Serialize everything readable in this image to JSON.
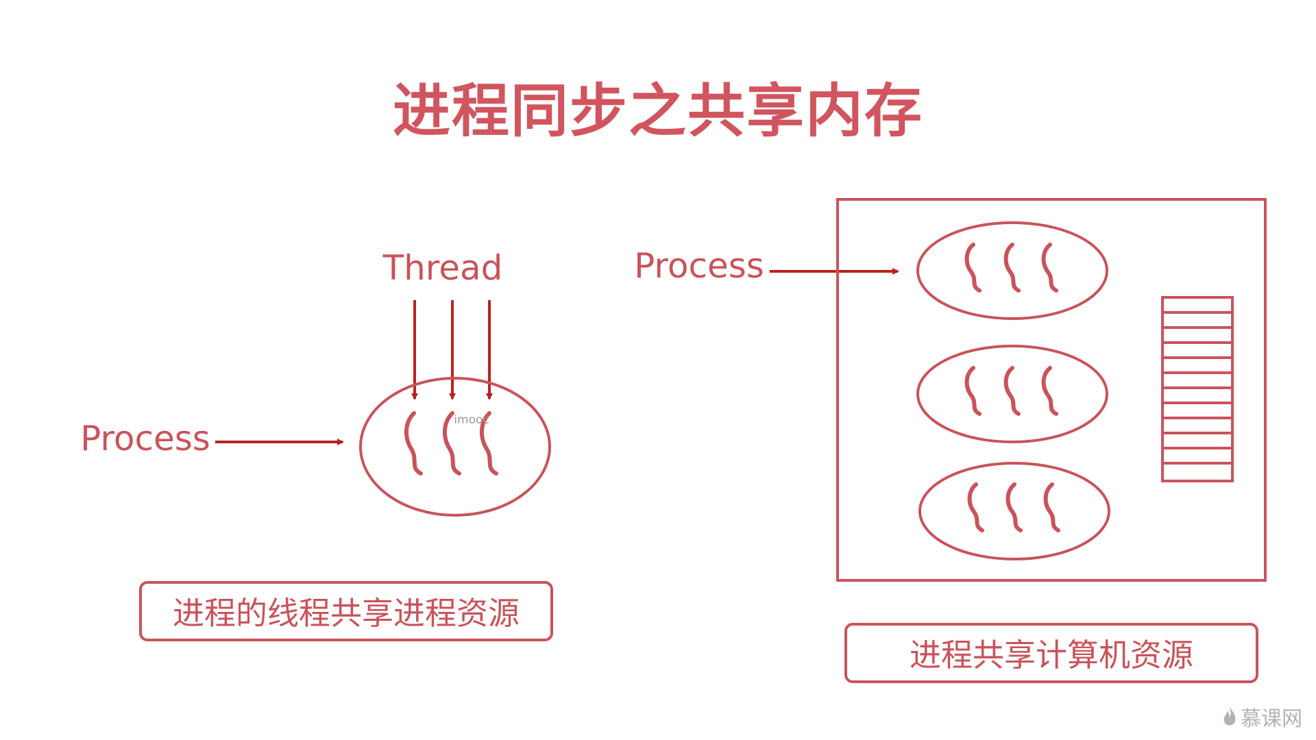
{
  "title": "进程同步之共享内存",
  "left_diagram": {
    "thread_label": "Thread",
    "process_label": "Process",
    "watermark": "imooc",
    "caption": "进程的线程共享进程资源"
  },
  "right_diagram": {
    "process_label": "Process",
    "caption": "进程共享计算机资源"
  },
  "brand": "慕课网",
  "colors": {
    "accent": "#d0555e",
    "stroke": "#c9535b",
    "arrow": "#b8231f"
  },
  "icons": [
    "thread-squiggle-icon",
    "memory-stack-icon",
    "flame-logo-icon"
  ]
}
